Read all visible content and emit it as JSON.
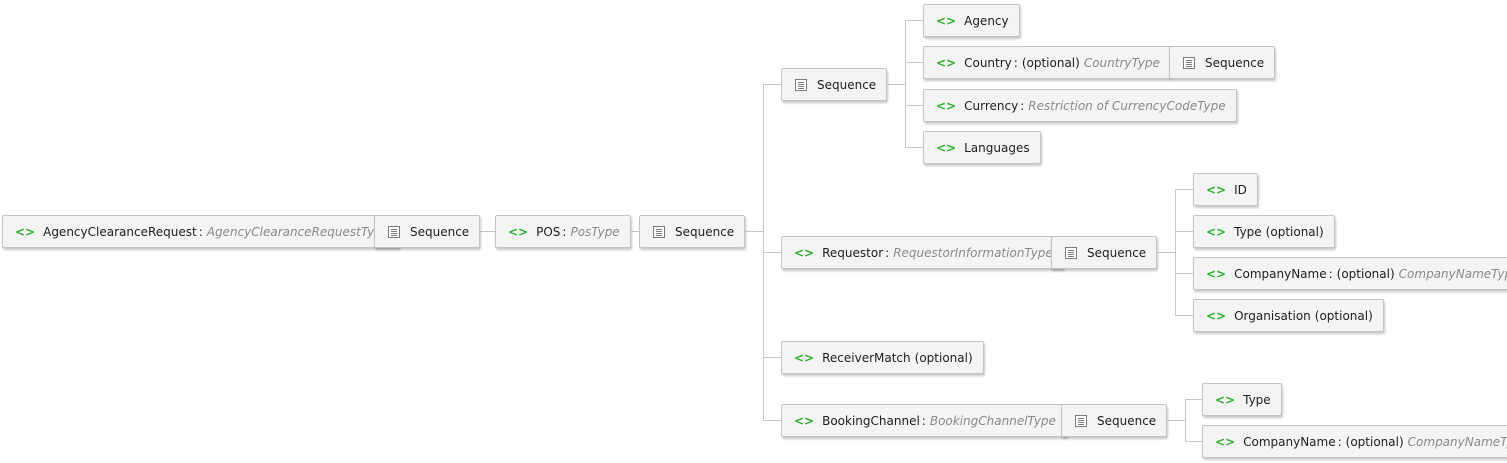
{
  "nodes": [
    {
      "id": "n1",
      "kind": "element",
      "name": "AgencyClearanceRequest",
      "type": "AgencyClearanceRequestType"
    },
    {
      "id": "n2",
      "kind": "sequence",
      "name": "Sequence"
    },
    {
      "id": "n3",
      "kind": "element",
      "name": "POS",
      "type": "PosType"
    },
    {
      "id": "n4",
      "kind": "sequence",
      "name": "Sequence"
    },
    {
      "id": "n5",
      "kind": "sequence",
      "name": "Sequence"
    },
    {
      "id": "n6",
      "kind": "element",
      "name": "Agency"
    },
    {
      "id": "n7",
      "kind": "element",
      "name": "Country",
      "suffix": "(optional)",
      "type": "CountryType"
    },
    {
      "id": "n8",
      "kind": "sequence",
      "name": "Sequence"
    },
    {
      "id": "n9",
      "kind": "element",
      "name": "Currency",
      "type": "Restriction of CurrencyCodeType"
    },
    {
      "id": "n10",
      "kind": "element",
      "name": "Languages"
    },
    {
      "id": "n11",
      "kind": "element",
      "name": "Requestor",
      "type": "RequestorInformationType"
    },
    {
      "id": "n12",
      "kind": "sequence",
      "name": "Sequence"
    },
    {
      "id": "n13",
      "kind": "element",
      "name": "ID"
    },
    {
      "id": "n14",
      "kind": "element",
      "name": "Type",
      "suffix": "(optional)"
    },
    {
      "id": "n15",
      "kind": "element",
      "name": "CompanyName",
      "suffix": "(optional)",
      "type": "CompanyNameType"
    },
    {
      "id": "n16",
      "kind": "element",
      "name": "Organisation",
      "suffix": "(optional)"
    },
    {
      "id": "n17",
      "kind": "element",
      "name": "ReceiverMatch",
      "suffix": "(optional)"
    },
    {
      "id": "n18",
      "kind": "element",
      "name": "BookingChannel",
      "type": "BookingChannelType"
    },
    {
      "id": "n19",
      "kind": "sequence",
      "name": "Sequence"
    },
    {
      "id": "n20",
      "kind": "element",
      "name": "Type"
    },
    {
      "id": "n21",
      "kind": "element",
      "name": "CompanyName",
      "suffix": "(optional)",
      "type": "CompanyNameType"
    }
  ],
  "links": [
    [
      "n1",
      "n2"
    ],
    [
      "n2",
      "n3"
    ],
    [
      "n3",
      "n4"
    ],
    [
      "n4",
      "n5"
    ],
    [
      "n4",
      "n11"
    ],
    [
      "n4",
      "n17"
    ],
    [
      "n4",
      "n18"
    ],
    [
      "n5",
      "n6"
    ],
    [
      "n5",
      "n7"
    ],
    [
      "n5",
      "n9"
    ],
    [
      "n5",
      "n10"
    ],
    [
      "n7",
      "n8"
    ],
    [
      "n11",
      "n12"
    ],
    [
      "n12",
      "n13"
    ],
    [
      "n12",
      "n14"
    ],
    [
      "n12",
      "n15"
    ],
    [
      "n12",
      "n16"
    ],
    [
      "n18",
      "n19"
    ],
    [
      "n19",
      "n20"
    ],
    [
      "n19",
      "n21"
    ]
  ],
  "colors": {
    "element_icon": "#2ab02a",
    "type_text": "#8a8a8a",
    "border": "#c4c4c4",
    "connector": "#c6c6c6",
    "node_bg": "#f4f4f4"
  }
}
